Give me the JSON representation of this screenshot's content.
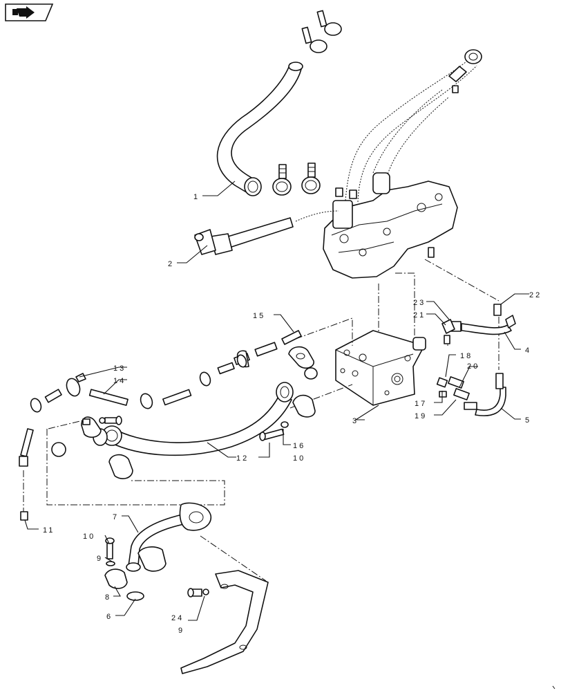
{
  "nav": {
    "icon": "next-page-arrow-icon"
  },
  "callouts": {
    "c1": "1",
    "c2": "2",
    "c3": "3",
    "c4": "4",
    "c5": "5",
    "c6": "6",
    "c7": "7",
    "c8": "8",
    "c9a": "9",
    "c9b": "9",
    "c10a": "10",
    "c10b": "10",
    "c11": "11",
    "c12": "12",
    "c13": "13",
    "c14": "14",
    "c15": "15",
    "c16": "16",
    "c17": "17",
    "c18": "18",
    "c19": "19",
    "c20": "20",
    "c21": "21",
    "c22": "22",
    "c23": "23",
    "c24": "24"
  }
}
